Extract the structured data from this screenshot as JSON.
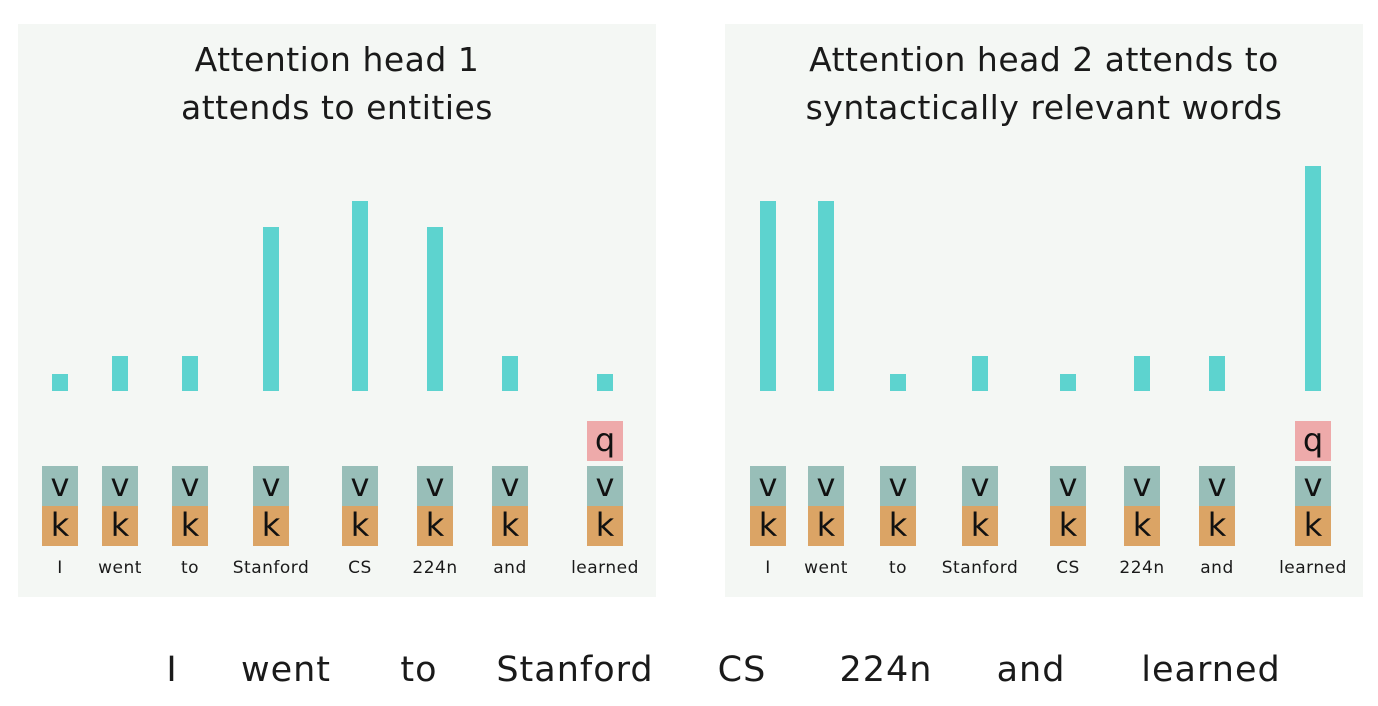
{
  "panels": [
    {
      "title_lines": [
        "Attention head 1",
        "attends to entities"
      ],
      "weights": [
        1,
        2,
        2,
        9.5,
        11,
        9.5,
        2,
        1
      ],
      "query_index": 7
    },
    {
      "title_lines": [
        "Attention head 2 attends to",
        "syntactically relevant words"
      ],
      "weights": [
        11,
        11,
        1,
        2,
        1,
        2,
        2,
        13
      ],
      "query_index": 7
    }
  ],
  "tokens": [
    "I",
    "went",
    "to",
    "Stanford",
    "CS",
    "224n",
    "and",
    "learned"
  ],
  "box_labels": {
    "query": "q",
    "value": "v",
    "key": "k"
  },
  "sentence": [
    "I",
    "went",
    "to",
    "Stanford",
    "CS",
    "224n",
    "and",
    "learned"
  ],
  "colors": {
    "bar": "#5dd3cf",
    "value_box": "#98beb8",
    "key_box": "#dba465",
    "query_box": "#eeaaaa",
    "panel_background": "#f4f7f4"
  }
}
